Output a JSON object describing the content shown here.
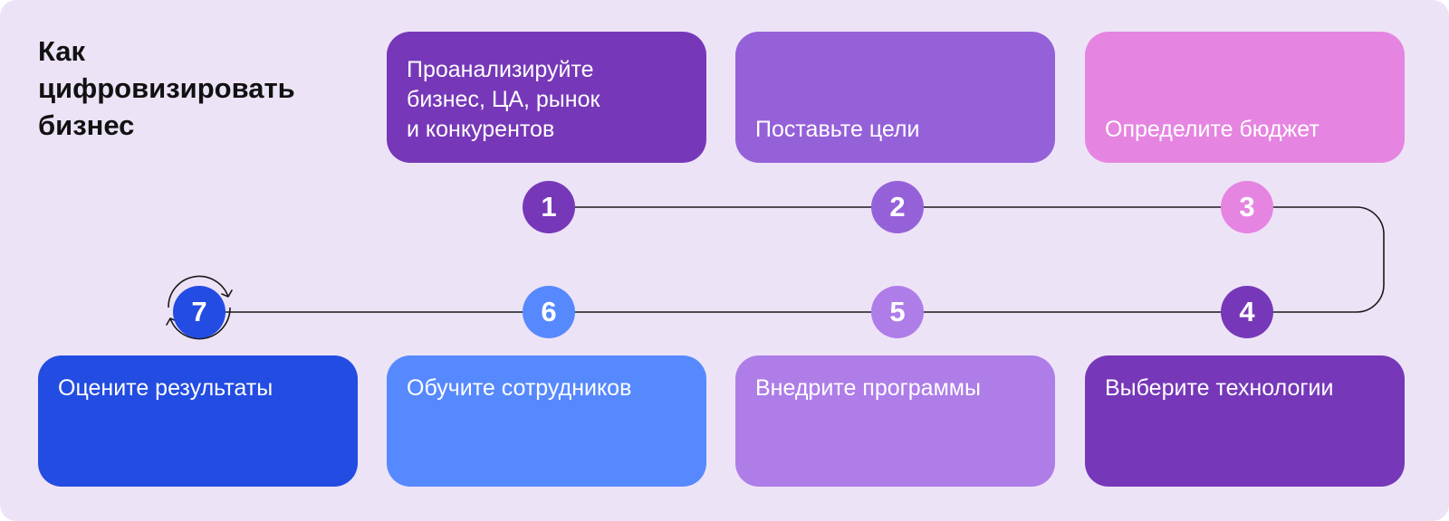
{
  "title": {
    "lines": [
      "Как",
      "цифровизировать",
      "бизнес"
    ]
  },
  "colors": {
    "background": "#ede3f7",
    "step1": "#7638b8",
    "step2": "#9561d9",
    "step3": "#e585e1",
    "step4": "#7638b8",
    "step5": "#ae7de8",
    "step6": "#5789fe",
    "step7": "#234ce2",
    "connector": "#1a1a1a"
  },
  "steps": [
    {
      "number": "1",
      "lines": [
        "Проанализируйте",
        "бизнес, ЦА, рынок",
        "и конкурентов"
      ]
    },
    {
      "number": "2",
      "lines": [
        "Поставьте цели"
      ]
    },
    {
      "number": "3",
      "lines": [
        "Определите бюджет"
      ]
    },
    {
      "number": "4",
      "lines": [
        "Выберите технологии"
      ]
    },
    {
      "number": "5",
      "lines": [
        "Внедрите программы"
      ]
    },
    {
      "number": "6",
      "lines": [
        "Обучите сотрудников"
      ]
    },
    {
      "number": "7",
      "lines": [
        "Оцените результаты"
      ],
      "icon": "cycle-arrows-icon"
    }
  ]
}
